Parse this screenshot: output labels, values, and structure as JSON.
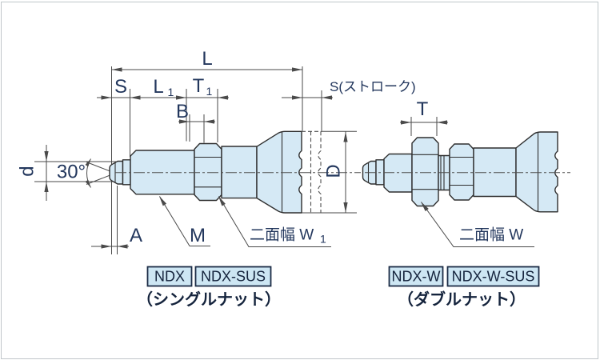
{
  "page": {
    "background": "#ffffff",
    "border_color": "#c0c6ca"
  },
  "colors": {
    "part_fill": "#d5e9f5",
    "part_outline": "#2e2e2e",
    "dim_line": "#4a4a4a",
    "label_text": "#23375d",
    "badge_fill": "#cde6f3",
    "badge_border": "#1b2b45",
    "badge_text": "#14233c"
  },
  "figures": {
    "left": {
      "dims": {
        "overall_length": "L",
        "s": "S",
        "l1_main": "L",
        "l1_sub": "1",
        "t1_main": "T",
        "t1_sub": "1",
        "b": "B",
        "stroke": "S(ストローク)",
        "pin_diameter": "d",
        "tip_angle": "30°",
        "a": "A",
        "thread": "M",
        "knob_diameter": "D",
        "wrench_flats_main": "二面幅 W",
        "wrench_flats_sub": "1"
      },
      "badges": [
        "NDX",
        "NDX-SUS"
      ],
      "caption": "（シングルナット）"
    },
    "right": {
      "dims": {
        "t": "T",
        "wrench_flats": "二面幅 W"
      },
      "badges": [
        "NDX-W",
        "NDX-W-SUS"
      ],
      "caption": "（ダブルナット）"
    }
  }
}
